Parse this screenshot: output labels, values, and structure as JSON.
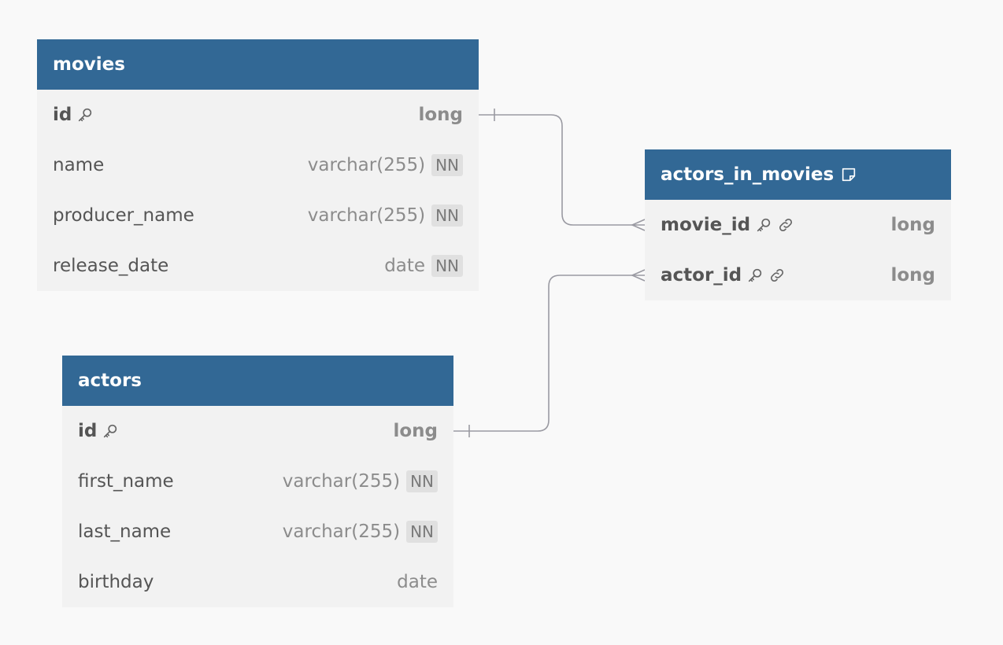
{
  "tables": {
    "movies": {
      "title": "movies",
      "columns": [
        {
          "name": "id",
          "type": "long",
          "nn": "",
          "pk": true
        },
        {
          "name": "name",
          "type": "varchar(255)",
          "nn": "NN"
        },
        {
          "name": "producer_name",
          "type": "varchar(255)",
          "nn": "NN"
        },
        {
          "name": "release_date",
          "type": "date",
          "nn": "NN"
        }
      ]
    },
    "actors": {
      "title": "actors",
      "columns": [
        {
          "name": "id",
          "type": "long",
          "nn": "",
          "pk": true
        },
        {
          "name": "first_name",
          "type": "varchar(255)",
          "nn": "NN"
        },
        {
          "name": "last_name",
          "type": "varchar(255)",
          "nn": "NN"
        },
        {
          "name": "birthday",
          "type": "date",
          "nn": ""
        }
      ]
    },
    "actors_in_movies": {
      "title": "actors_in_movies",
      "columns": [
        {
          "name": "movie_id",
          "type": "long",
          "nn": "",
          "pk": true
        },
        {
          "name": "actor_id",
          "type": "long",
          "nn": "",
          "pk": true
        }
      ]
    }
  },
  "relations": [
    {
      "from": "movies.id",
      "to": "actors_in_movies.movie_id",
      "from_card": "one",
      "to_card": "many"
    },
    {
      "from": "actors.id",
      "to": "actors_in_movies.actor_id",
      "from_card": "one",
      "to_card": "many"
    }
  ],
  "colors": {
    "header": "#326895",
    "body": "#f2f2f2",
    "background": "#f9f9f9",
    "connector": "#9a9aa2"
  },
  "icons": {
    "primary_key": "key-icon",
    "foreign_key": "link-icon",
    "note": "note-icon"
  }
}
